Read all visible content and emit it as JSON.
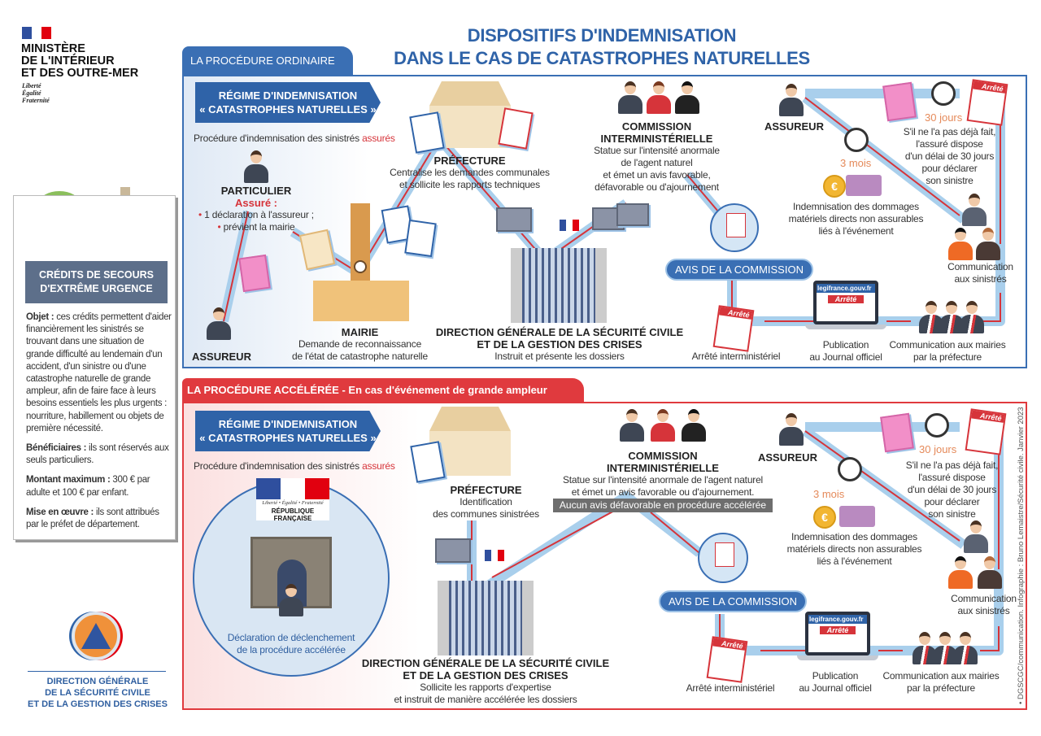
{
  "header": {
    "ministry": [
      "MINISTÈRE",
      "DE L'INTÉRIEUR",
      "ET DES OUTRE-MER"
    ],
    "motto": [
      "Liberté",
      "Égalité",
      "Fraternité"
    ],
    "title": [
      "DISPOSITIFS D'INDEMNISATION",
      "DANS LE CAS DE CATASTROPHES NATURELLES"
    ]
  },
  "sidebar": {
    "box_title": [
      "CRÉDITS DE SECOURS",
      "D'EXTRÊME URGENCE"
    ],
    "items": [
      {
        "label": "Objet :",
        "text": " ces crédits permettent d'aider financièrement les sinistrés se trouvant dans une situation de grande difficulté au lendemain d'un accident, d'un sinistre ou d'une catastrophe naturelle de grande ampleur, afin de faire face à leurs besoins essentiels les plus urgents : nourriture, habillement ou objets de première nécessité."
      },
      {
        "label": "Bénéficiaires :",
        "text": " ils sont réservés aux seuls particuliers."
      },
      {
        "label": "Montant maximum :",
        "text": " 300 € par adulte et 100 € par enfant."
      },
      {
        "label": "Mise en œuvre :",
        "text": " ils sont attribués par le préfet de département."
      }
    ],
    "dgscgc_logo": [
      "DIRECTION GÉNÉRALE",
      "DE LA SÉCURITÉ CIVILE",
      "ET DE LA GESTION DES CRISES"
    ]
  },
  "ordinary": {
    "tab": "LA PROCÉDURE ORDINAIRE",
    "regime": [
      "RÉGIME D'INDEMNISATION",
      "« CATASTROPHES NATURELLES »"
    ],
    "procedure_text": "Procédure d'indemnisation des sinistrés ",
    "procedure_highlight": "assurés",
    "particulier": "PARTICULIER",
    "assure": "Assuré :",
    "bullets": [
      "1 déclaration à l'assureur ;",
      "prévient la mairie"
    ],
    "assureur_left": "ASSUREUR",
    "mairie": "MAIRIE",
    "mairie_text": [
      "Demande de reconnaissance",
      "de l'état de catastrophe naturelle"
    ],
    "prefecture": "PRÉFECTURE",
    "prefecture_text": [
      "Centralise les demandes communales",
      "et sollicite les rapports techniques"
    ],
    "commission": [
      "COMMISSION",
      "INTERMINISTÉRIELLE"
    ],
    "commission_text": [
      "Statue sur l'intensité anormale",
      "de l'agent naturel",
      "et émet un avis favorable,",
      "défavorable ou d'ajournement"
    ],
    "dgscgc": [
      "DIRECTION GÉNÉRALE DE LA SÉCURITÉ CIVILE",
      "ET DE LA GESTION DES CRISES"
    ],
    "dgscgc_text": "Instruit et présente les dossiers",
    "assureur_right": "ASSUREUR",
    "days": "30 jours",
    "days_text": [
      "S'il ne l'a pas déjà fait,",
      "l'assuré dispose",
      "d'un délai de 30 jours",
      "pour déclarer",
      "son sinistre"
    ],
    "months": "3 mois",
    "indemn_text": [
      "Indemnisation des dommages",
      "matériels directs non assurables",
      "liés à l'événement"
    ],
    "avis": "AVIS DE LA COMMISSION",
    "communication_sinistres": [
      "Communication",
      "aux sinistrés"
    ],
    "arrete": "Arrêté interministériel",
    "publication": [
      "Publication",
      "au Journal officiel"
    ],
    "communication_mairies": [
      "Communication aux mairies",
      "par la préfecture"
    ]
  },
  "accelerated": {
    "tab_bold": "LA PROCÉDURE ACCÉLÉRÉE",
    "tab_rest": " - En cas d'événement de grande ampleur",
    "regime": [
      "RÉGIME D'INDEMNISATION",
      "« CATASTROPHES NATURELLES »"
    ],
    "procedure_text": "Procédure d'indemnisation des sinistrés ",
    "procedure_highlight": "assurés",
    "rf_motto": "Liberté • Égalité • Fraternité",
    "rf_name": "RÉPUBLIQUE FRANÇAISE",
    "declaration_text": [
      "Déclaration de déclenchement",
      "de la procédure accélérée"
    ],
    "prefecture": "PRÉFECTURE",
    "prefecture_text": [
      "Identification",
      "des communes sinistrées"
    ],
    "commission": [
      "COMMISSION",
      "INTERMINISTÉRIELLE"
    ],
    "commission_text": [
      "Statue sur l'intensité anormale de l'agent naturel",
      "et émet un avis favorable ou d'ajournement."
    ],
    "no_unfavorable": "Aucun avis défavorable en procédure accélérée",
    "dgscgc": [
      "DIRECTION GÉNÉRALE DE LA SÉCURITÉ CIVILE",
      "ET DE LA GESTION DES CRISES"
    ],
    "dgscgc_text": [
      "Sollicite les rapports d'expertise",
      "et instruit de manière accélérée les dossiers"
    ],
    "assureur": "ASSUREUR",
    "days": "30 jours",
    "days_text": [
      "S'il ne l'a pas déjà fait,",
      "l'assuré dispose",
      "d'un délai de 30 jours",
      "pour déclarer",
      "son sinistre"
    ],
    "months": "3 mois",
    "indemn_text": [
      "Indemnisation des dommages",
      "matériels directs non assurables",
      "liés à l'événement"
    ],
    "avis": "AVIS DE LA COMMISSION",
    "communication_sinistres": [
      "Communication",
      "aux sinistrés"
    ],
    "arrete": "Arrêté interministériel",
    "publication": [
      "Publication",
      "au Journal officiel"
    ],
    "communication_mairies": [
      "Communication aux mairies",
      "par la préfecture"
    ]
  },
  "shared": {
    "arrete_label": "Arrêté",
    "legifrance": "legifrance.gouv.fr",
    "euro": "€"
  },
  "credit": "• DGSCGC/communication. Infographie : Bruno Lemaistre/Sécurité civile. Janvier 2023",
  "colors": {
    "blue": "#2f63a8",
    "red": "#d6343a",
    "light_blue": "#a9cfec",
    "slate": "#5d6f8a",
    "orange": "#e58a5a"
  }
}
